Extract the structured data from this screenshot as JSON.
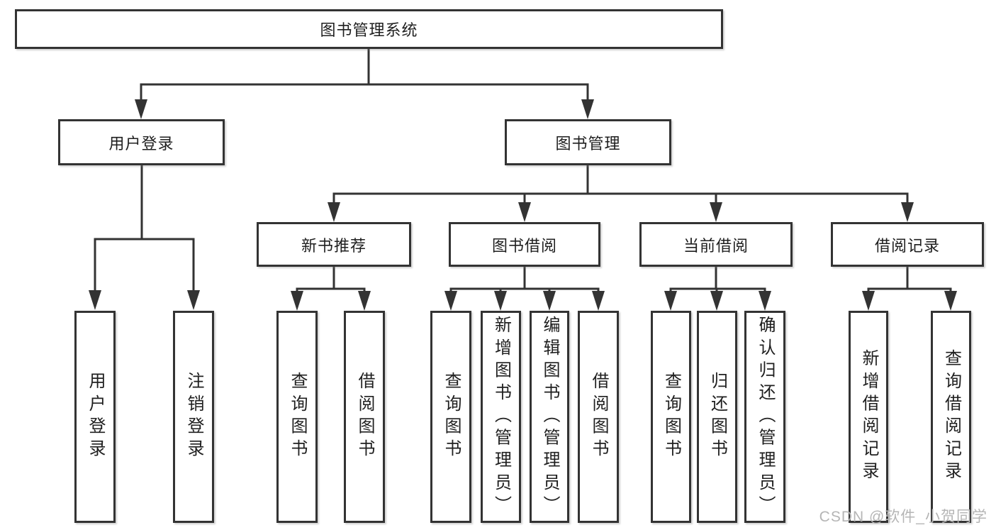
{
  "diagram": {
    "root": {
      "label": "图书管理系统"
    },
    "level1": [
      {
        "label": "用户登录"
      },
      {
        "label": "图书管理"
      }
    ],
    "level2": [
      {
        "label": "新书推荐"
      },
      {
        "label": "图书借阅"
      },
      {
        "label": "当前借阅"
      },
      {
        "label": "借阅记录"
      }
    ],
    "leaves": {
      "user_login": [
        {
          "label": "用户登录"
        },
        {
          "label": "注销登录"
        }
      ],
      "new_book_recommend": [
        {
          "label": "查询图书"
        },
        {
          "label": "借阅图书"
        }
      ],
      "book_borrow": [
        {
          "label": "查询图书"
        },
        {
          "label": "新增图书（管理员）"
        },
        {
          "label": "编辑图书（管理员）"
        },
        {
          "label": "借阅图书"
        }
      ],
      "current_borrow": [
        {
          "label": "查询图书"
        },
        {
          "label": "归还图书"
        },
        {
          "label": "确认归还（管理员）"
        }
      ],
      "borrow_records": [
        {
          "label": "新增借阅记录"
        },
        {
          "label": "查询借阅记录"
        }
      ]
    }
  },
  "watermark": {
    "text": "CSDN @软件_小贺同学"
  },
  "colors": {
    "line": "#333333",
    "box_border": "#333333",
    "box_fill": "#ffffff",
    "text": "#1f1f1f",
    "background": "#ffffff",
    "watermark": "#b5b5b5"
  }
}
